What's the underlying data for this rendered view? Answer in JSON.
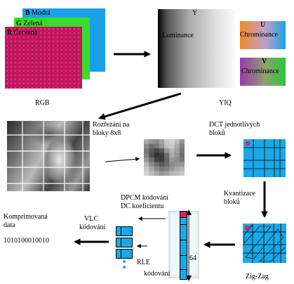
{
  "rgb": {
    "blue_label_letter": "B",
    "blue_label": "Modrá",
    "green_label_letter": "G",
    "green_label": "Zelená",
    "red_label_letter": "R",
    "red_label": "Červená",
    "caption": "RGB",
    "colors": {
      "blue": "#1aa0e8",
      "green": "#3adb2c",
      "red": "#c3155f"
    }
  },
  "yiq": {
    "y_letter": "Y",
    "y_label": "Luminance",
    "u_letter": "U",
    "u_label": "Chrominance",
    "v_letter": "V",
    "v_label": "Chrominance",
    "caption": "YIQ"
  },
  "steps": {
    "split_line1": "Rozřezání na",
    "split_line2": "bloky  8x8",
    "dct_line1": "DCT jednotlivých",
    "dct_line2": "bloků",
    "quant_line1": "Kvantizace",
    "quant_line2": "bloků",
    "zigzag": "Zig-Zag",
    "rle_line1": "RLE",
    "rle_line2": "kódování",
    "dpcm_line1": "DPCM kódování",
    "dpcm_line2": "DC koeficientu",
    "vlc_line1": "VLC",
    "vlc_line2": "kódování",
    "len": "64",
    "compressed_line1": "Komprimovaná",
    "compressed_line2": "data",
    "bitstring": "1010100010010"
  },
  "colors": {
    "dct_blue": "#1aa8e8",
    "dc_marker": "#e02060",
    "arrow": "#000000"
  }
}
